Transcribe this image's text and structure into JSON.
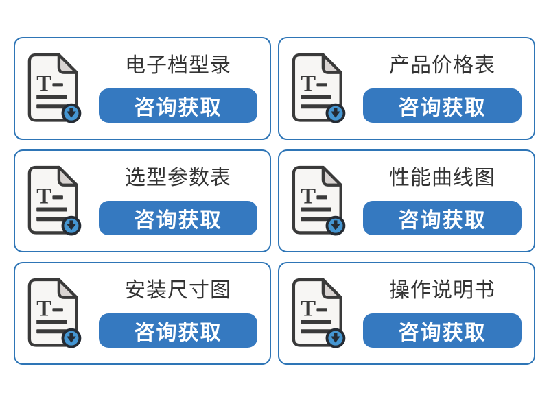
{
  "page": {
    "background": "#ffffff"
  },
  "colors": {
    "card_border": "#2e75b6",
    "button_fill": "#3579c0",
    "button_text": "#ffffff",
    "title_text": "#333333",
    "icon_outline": "#3a3a3a",
    "icon_page_fill": "#f7f6f4",
    "icon_fold_fill": "#d9d4d2",
    "badge_fill": "#4596d2",
    "badge_arrow": "#252b33"
  },
  "icon": {
    "name": "document-download-icon",
    "letter": "T"
  },
  "cards": [
    {
      "title": "电子档型录",
      "button_label": "咨询获取"
    },
    {
      "title": "产品价格表",
      "button_label": "咨询获取"
    },
    {
      "title": "选型参数表",
      "button_label": "咨询获取"
    },
    {
      "title": "性能曲线图",
      "button_label": "咨询获取"
    },
    {
      "title": "安装尺寸图",
      "button_label": "咨询获取"
    },
    {
      "title": "操作说明书",
      "button_label": "咨询获取"
    }
  ]
}
